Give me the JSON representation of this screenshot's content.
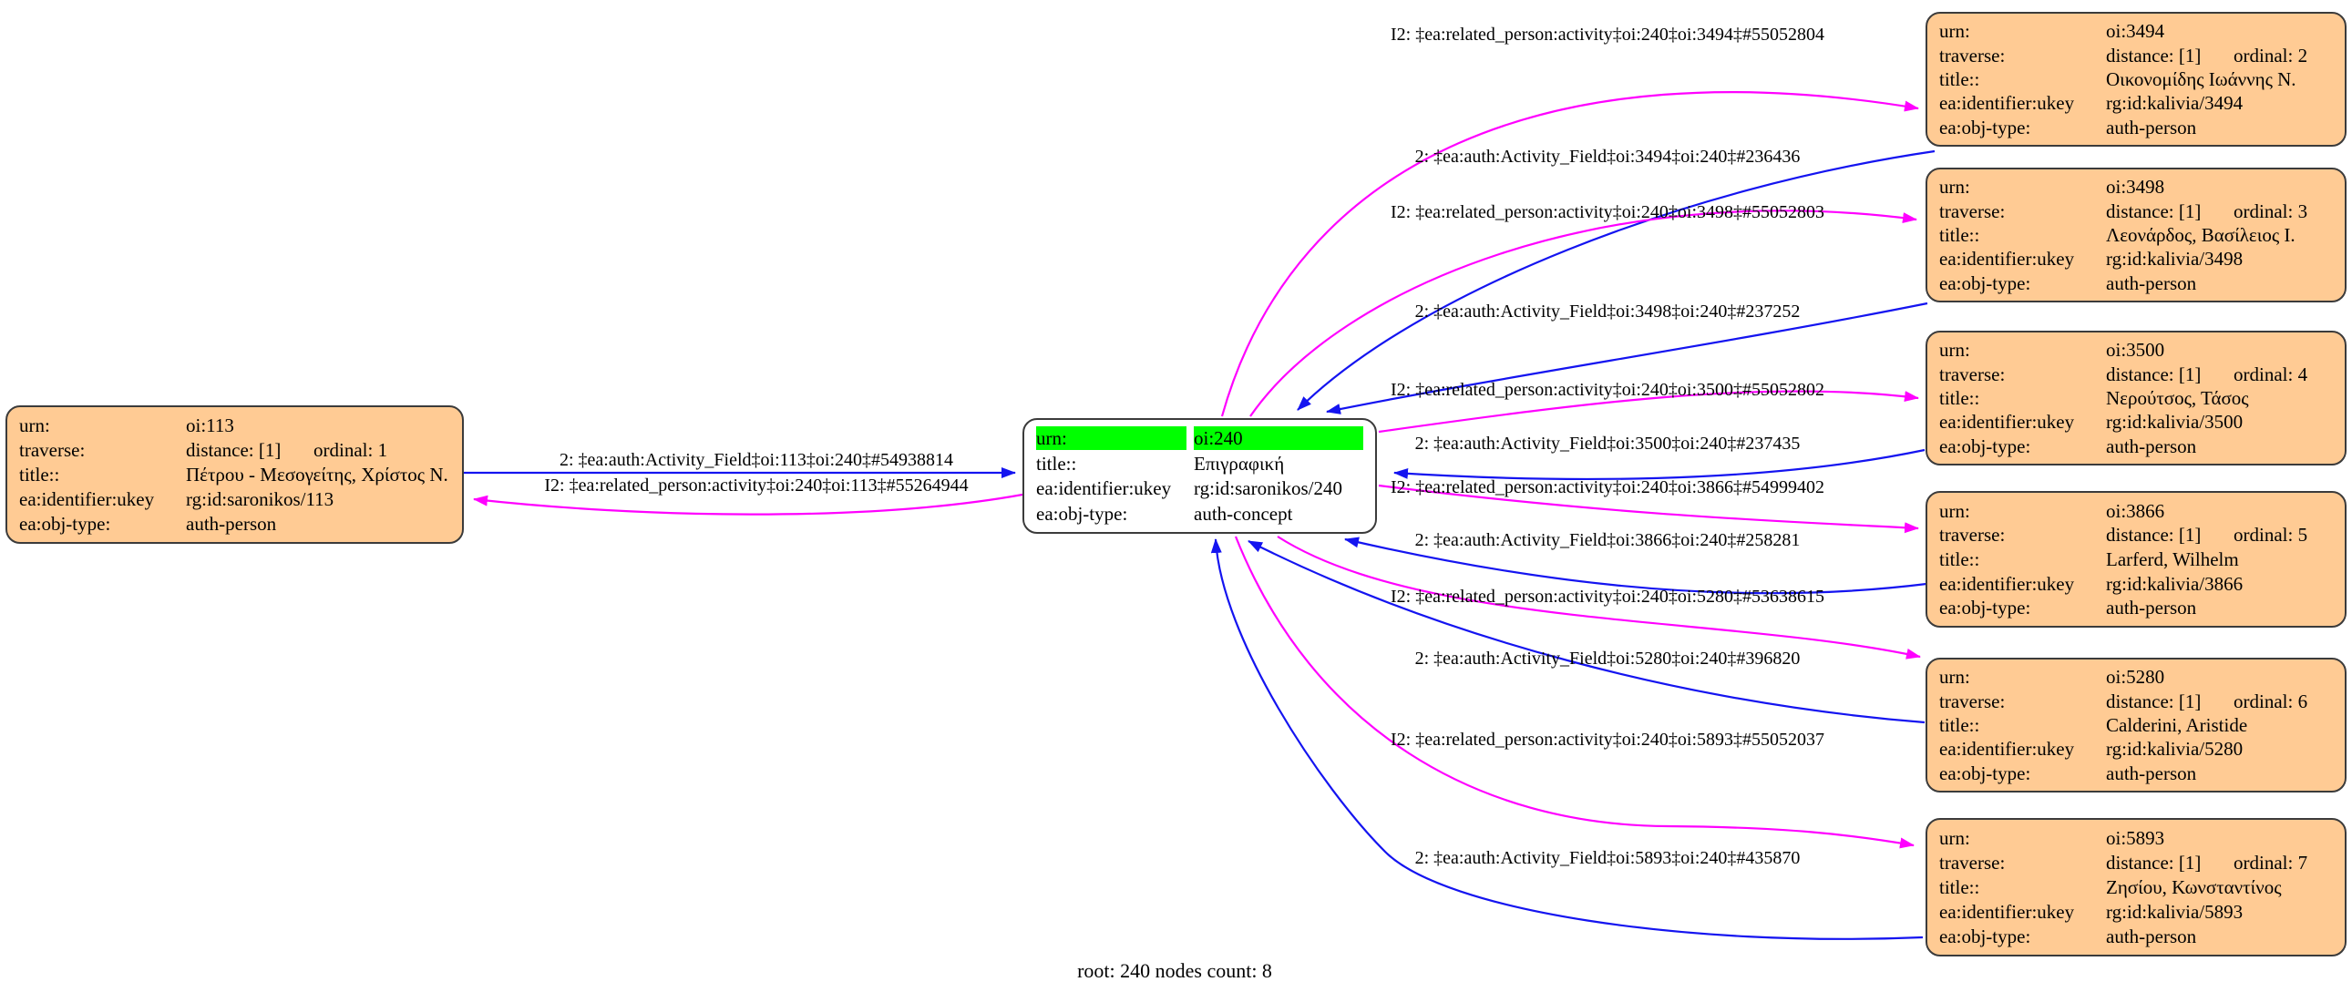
{
  "caption": "root: 240 nodes count: 8",
  "colors": {
    "node_fill": "#FFCB94",
    "highlight_green": "#00FF00",
    "out_edge_magenta": "#FF00FF",
    "in_edge_blue": "#1414F0"
  },
  "keys": {
    "urn": "urn:",
    "traverse": "traverse:",
    "title": "title::",
    "ukey": "ea:identifier:ukey",
    "objtype": "ea:obj-type:"
  },
  "left_node": {
    "urn_value": "oi:113",
    "distance": "distance: [1]",
    "ordinal": "ordinal: 1",
    "title_value": "Πέτρου - Μεσογείτης, Χρίστος Ν.",
    "ukey_value": "rg:id:saronikos/113",
    "objtype_value": "auth-person"
  },
  "center_node": {
    "urn_value": "oi:240",
    "title_value": "Επιγραφική",
    "ukey_value": "rg:id:saronikos/240",
    "objtype_value": "auth-concept"
  },
  "right_nodes": [
    {
      "urn_value": "oi:3494",
      "distance": "distance: [1]",
      "ordinal": "ordinal: 2",
      "title_value": "Οικονομίδης Ιωάννης Ν.",
      "ukey_value": "rg:id:kalivia/3494",
      "objtype_value": "auth-person"
    },
    {
      "urn_value": "oi:3498",
      "distance": "distance: [1]",
      "ordinal": "ordinal: 3",
      "title_value": "Λεονάρδος, Βασίλειος Ι.",
      "ukey_value": "rg:id:kalivia/3498",
      "objtype_value": "auth-person"
    },
    {
      "urn_value": "oi:3500",
      "distance": "distance: [1]",
      "ordinal": "ordinal: 4",
      "title_value": "Νερούτσος, Τάσος",
      "ukey_value": "rg:id:kalivia/3500",
      "objtype_value": "auth-person"
    },
    {
      "urn_value": "oi:3866",
      "distance": "distance: [1]",
      "ordinal": "ordinal: 5",
      "title_value": "Larferd, Wilhelm",
      "ukey_value": "rg:id:kalivia/3866",
      "objtype_value": "auth-person"
    },
    {
      "urn_value": "oi:5280",
      "distance": "distance: [1]",
      "ordinal": "ordinal: 6",
      "title_value": "Calderini, Aristide",
      "ukey_value": "rg:id:kalivia/5280",
      "objtype_value": "auth-person"
    },
    {
      "urn_value": "oi:5893",
      "distance": "distance: [1]",
      "ordinal": "ordinal: 7",
      "title_value": "Ζησίου, Κωνσταντίνος",
      "ukey_value": "rg:id:kalivia/5893",
      "objtype_value": "auth-person"
    }
  ],
  "edges": [
    {
      "label": "I2: ‡ea:related_person:activity‡oi:240‡oi:3494‡#55052804"
    },
    {
      "label": "2: ‡ea:auth:Activity_Field‡oi:3494‡oi:240‡#236436"
    },
    {
      "label": "I2: ‡ea:related_person:activity‡oi:240‡oi:3498‡#55052803"
    },
    {
      "label": "2: ‡ea:auth:Activity_Field‡oi:3498‡oi:240‡#237252"
    },
    {
      "label": "I2: ‡ea:related_person:activity‡oi:240‡oi:3500‡#55052802"
    },
    {
      "label": "2: ‡ea:auth:Activity_Field‡oi:3500‡oi:240‡#237435"
    },
    {
      "label": "I2: ‡ea:related_person:activity‡oi:240‡oi:3866‡#54999402"
    },
    {
      "label": "2: ‡ea:auth:Activity_Field‡oi:3866‡oi:240‡#258281"
    },
    {
      "label": "I2: ‡ea:related_person:activity‡oi:240‡oi:5280‡#53638615"
    },
    {
      "label": "2: ‡ea:auth:Activity_Field‡oi:5280‡oi:240‡#396820"
    },
    {
      "label": "I2: ‡ea:related_person:activity‡oi:240‡oi:5893‡#55052037"
    },
    {
      "label": "2: ‡ea:auth:Activity_Field‡oi:5893‡oi:240‡#435870"
    },
    {
      "label": "2: ‡ea:auth:Activity_Field‡oi:113‡oi:240‡#54938814"
    },
    {
      "label": "I2: ‡ea:related_person:activity‡oi:240‡oi:113‡#55264944"
    }
  ]
}
